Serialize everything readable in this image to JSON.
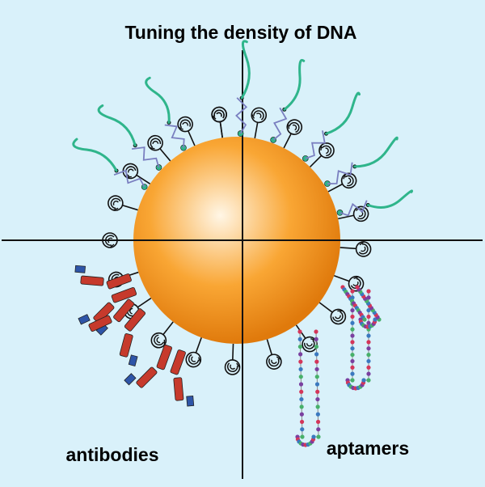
{
  "title": "Tuning the density of DNA",
  "labels": {
    "bottom_left": "antibodies",
    "bottom_right": "aptamers"
  },
  "colors": {
    "background": "#d9f1fa",
    "nanoparticle_light": "#fff6e6",
    "nanoparticle_mid": "#f9a634",
    "nanoparticle_dark": "#e07a0c",
    "dna_strand": "#2fb58b",
    "linker": "#7a7fc0",
    "antibody_heavy": "#c63a2c",
    "antibody_light": "#2e55a8",
    "aptamer_nodes": [
      "#d4365a",
      "#3a79c0",
      "#47b06a",
      "#7a3fa0"
    ]
  },
  "icons": {
    "ligand": "swirl-ligand-icon",
    "antibody": "antibody-icon",
    "aptamer": "aptamer-hairpin-icon"
  }
}
